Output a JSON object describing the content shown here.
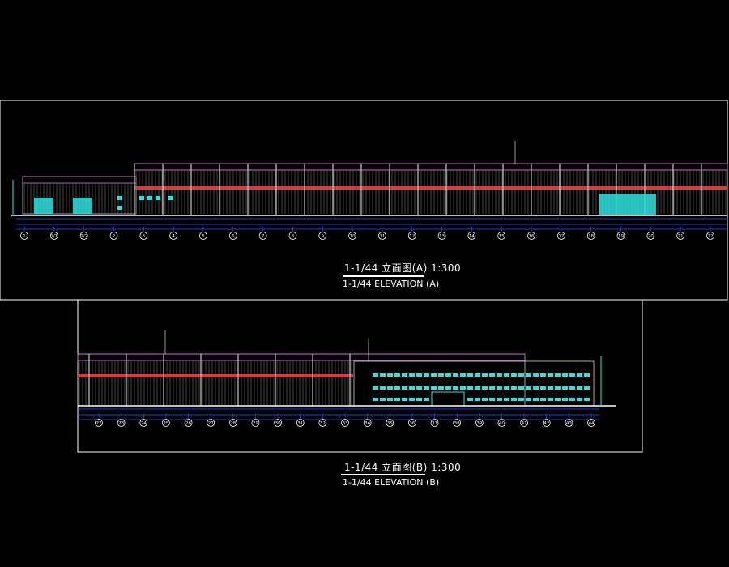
{
  "elevation_a": {
    "title_cn": "1-1/44 立面图(A) 1:300",
    "title_en": "1-1/44 ELEVATION (A)",
    "axis_labels": [
      "1",
      "1/1",
      "1/2",
      "2",
      "3",
      "4",
      "5",
      "6",
      "7",
      "8",
      "9",
      "10",
      "11",
      "12",
      "13",
      "14",
      "15",
      "16",
      "17",
      "18",
      "19",
      "20",
      "21",
      "22"
    ]
  },
  "elevation_b": {
    "title_cn": "1-1/44 立面图(B) 1:300",
    "title_en": "1-1/44 ELEVATION (B)",
    "axis_labels": [
      "22",
      "23",
      "24",
      "25",
      "26",
      "27",
      "28",
      "29",
      "30",
      "31",
      "32",
      "33",
      "34",
      "35",
      "36",
      "37",
      "38",
      "39",
      "40",
      "41",
      "42",
      "43",
      "44"
    ]
  },
  "colors": {
    "background": "#000000",
    "frame": "#ffffff",
    "parapet": "#d070d0",
    "band": "#e03030",
    "cyan": "#30e0e0",
    "grid_line": "#3050ff",
    "ground": "#ffffff",
    "column": "#c8c8c8"
  }
}
